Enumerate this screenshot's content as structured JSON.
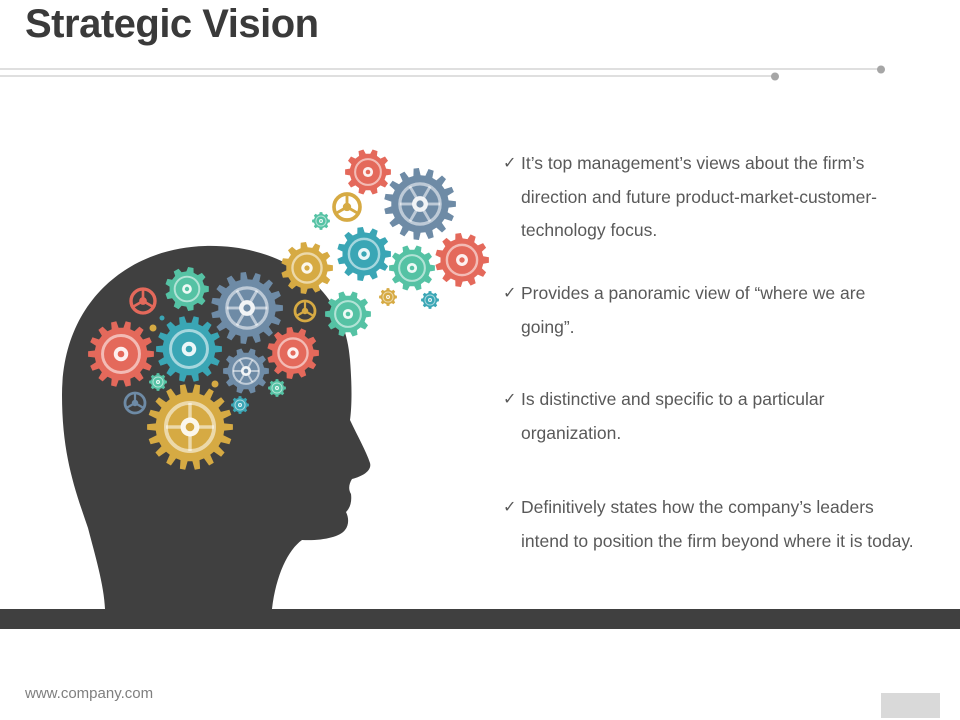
{
  "slide": {
    "title": "Strategic Vision",
    "footer_url": "www.company.com",
    "check_glyph": "✓",
    "bullets": [
      {
        "text": "It’s top management’s views about the firm’s direction and future product-market-customer-technology focus."
      },
      {
        "text": "Provides a panoramic view of “where we are going”."
      },
      {
        "text": "Is distinctive and specific to a particular organization."
      },
      {
        "text": "Definitively states how the company’s leaders intend to position the firm beyond where it is today."
      }
    ]
  },
  "illustration": {
    "subject": "head-silhouette-with-gears",
    "colors": {
      "head": "#404040",
      "red": "#e4695b",
      "teal": "#3aa6b5",
      "mint": "#55c2a4",
      "steel": "#6e8ba6",
      "gold": "#d6aa43"
    }
  },
  "colors": {
    "title": "#3a3a3a",
    "text": "#595959",
    "band": "#404040",
    "rule": "#a6a6a6",
    "page_box": "#d9d9d9"
  }
}
